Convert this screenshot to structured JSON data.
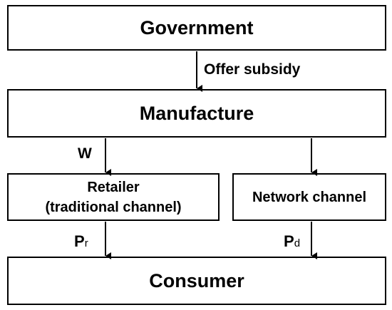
{
  "nodes": {
    "government": "Government",
    "manufacture": "Manufacture",
    "retailer": {
      "line1": "Retailer",
      "line2": "(traditional channel)"
    },
    "network_channel": "Network channel",
    "consumer": "Consumer"
  },
  "edges": {
    "government_to_manufacture": "Offer subsidy",
    "manufacture_to_retailer": "W",
    "retailer_to_consumer": {
      "symbol": "P",
      "subscript": "r"
    },
    "network_to_consumer": {
      "symbol": "P",
      "subscript": "d"
    }
  },
  "colors": {
    "stroke": "#000000",
    "background": "#ffffff"
  }
}
